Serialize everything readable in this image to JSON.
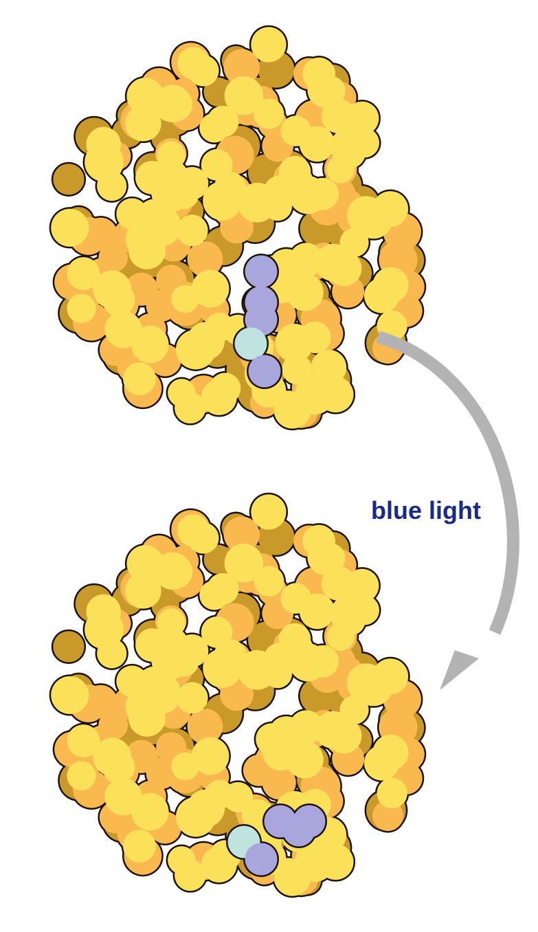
{
  "figure": {
    "arrow_label": "blue light",
    "colors": {
      "protein_light": "#fbe05a",
      "protein_orange": "#f9b94f",
      "protein_shadow": "#c99a2a",
      "outline": "#1a1208",
      "chromophore_purple": "#a9a5dd",
      "chromophore_cyan": "#bfe4e0",
      "arrow_gray": "#b3b3b3",
      "label_blue": "#1a2a8a"
    },
    "panels": [
      {
        "name": "before",
        "chromophore_state": "extended"
      },
      {
        "name": "after",
        "chromophore_state": "bent"
      }
    ]
  }
}
